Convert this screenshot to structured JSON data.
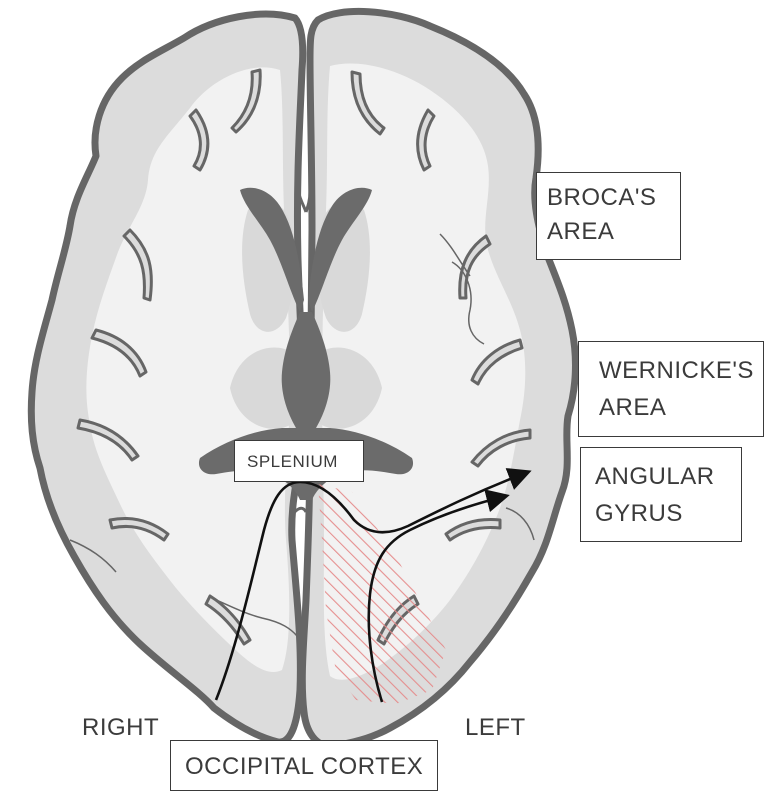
{
  "labels": {
    "broca_line1": "BROCA'S",
    "broca_line2": "AREA",
    "wernicke_line1": "WERNICKE'S",
    "wernicke_line2": "AREA",
    "angular_line1": "ANGULAR",
    "angular_line2": "GYRUS",
    "splenium": "SPLENIUM",
    "right": "RIGHT",
    "left": "LEFT",
    "occipital": "OCCIPITAL CORTEX"
  },
  "colors": {
    "outline": "#666666",
    "gray_matter": "#dcdcdc",
    "white_matter": "#f2f2f2",
    "ventricle": "#6b6b6b",
    "deep_nuclei": "#d9d9d9",
    "hatch": "#e58a8a",
    "arrow": "#111111"
  }
}
